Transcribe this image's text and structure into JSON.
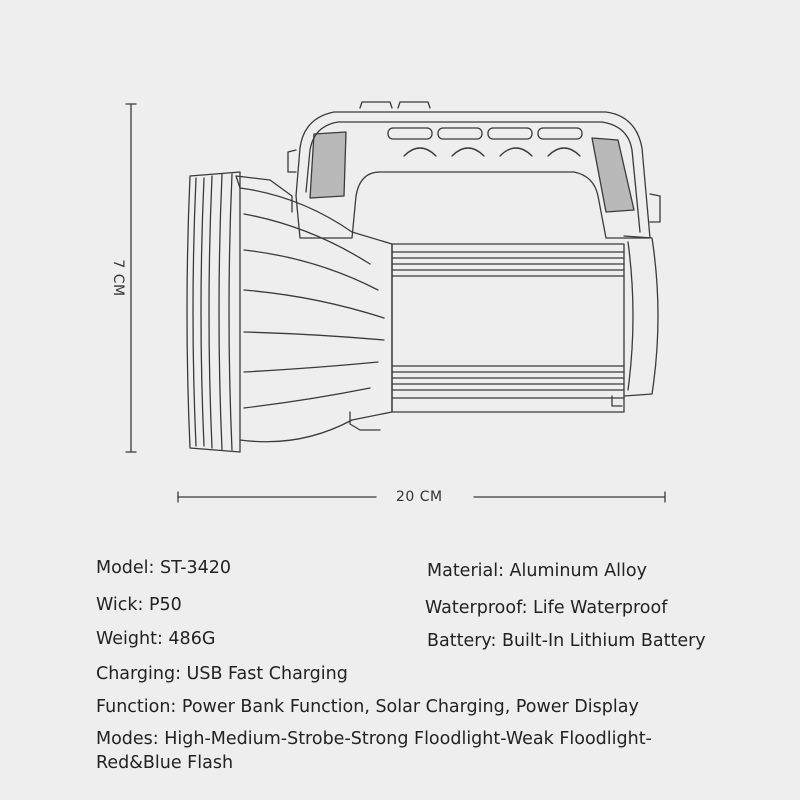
{
  "dimensions": {
    "height_label": "7 CM",
    "width_label": "20 CM"
  },
  "specs": {
    "model": "Model: ST-3420",
    "material": "Material: Aluminum Alloy",
    "wick": "Wick: P50",
    "waterproof": "Waterproof: Life Waterproof",
    "weight": "Weight: 486G",
    "battery": "Battery: Built-In Lithium Battery",
    "charging": "Charging: USB Fast Charging",
    "function": "Function: Power Bank Function, Solar Charging, Power Display",
    "modes": "Modes: High-Medium-Strobe-Strong Floodlight-Weak Floodlight-Red&Blue Flash"
  },
  "colors": {
    "background": "#eeeeee",
    "line": "#3a3a3a",
    "text": "#222222"
  }
}
